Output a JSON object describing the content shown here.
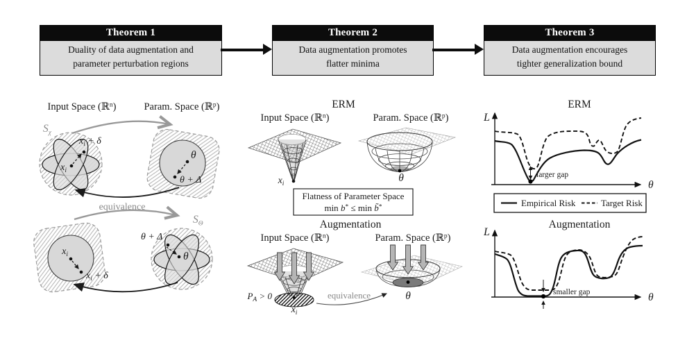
{
  "theorems": [
    {
      "title": "Theorem 1",
      "line1": "Duality of data augmentation and",
      "line2": "parameter perturbation regions"
    },
    {
      "title": "Theorem 2",
      "line1": "Data augmentation promotes",
      "line2": "flatter minima"
    },
    {
      "title": "Theorem 3",
      "line1": "Data augmentation encourages",
      "line2": "tighter generalization bound"
    }
  ],
  "shared": {
    "input_prefix": "Input Space (ℝ",
    "input_exp": "n",
    "param_prefix": "Param. Space (ℝ",
    "param_exp": "p",
    "paren": ")",
    "equivalence": "equivalence",
    "x": "x",
    "i": "i",
    "plus_delta": " + δ",
    "theta": "θ",
    "theta_plus_delta": "θ + Δ",
    "L": "L"
  },
  "panel1": {
    "S": "S",
    "chi": "χ",
    "Theta": "Θ"
  },
  "panel2": {
    "erm": "ERM",
    "augmentation": "Augmentation",
    "flat_title": "Flatness of Parameter Space",
    "min1": "min ",
    "b": "b",
    "star": "*",
    "leq": " ≤ min ",
    "b_tilde": "b̃",
    "P": "P",
    "A": "A",
    "gt_zero": " > 0"
  },
  "panel3": {
    "erm": "ERM",
    "augmentation": "Augmentation",
    "larger_gap": "larger gap",
    "smaller_gap": "smaller gap",
    "empirical": "Empirical Risk",
    "target": "Target Risk"
  },
  "colors": {
    "box_header_bg": "#0c0c0c",
    "box_body_bg": "#dcdcdc",
    "gray_annotation": "#8a8a8a",
    "ink": "#1a1a1a"
  }
}
